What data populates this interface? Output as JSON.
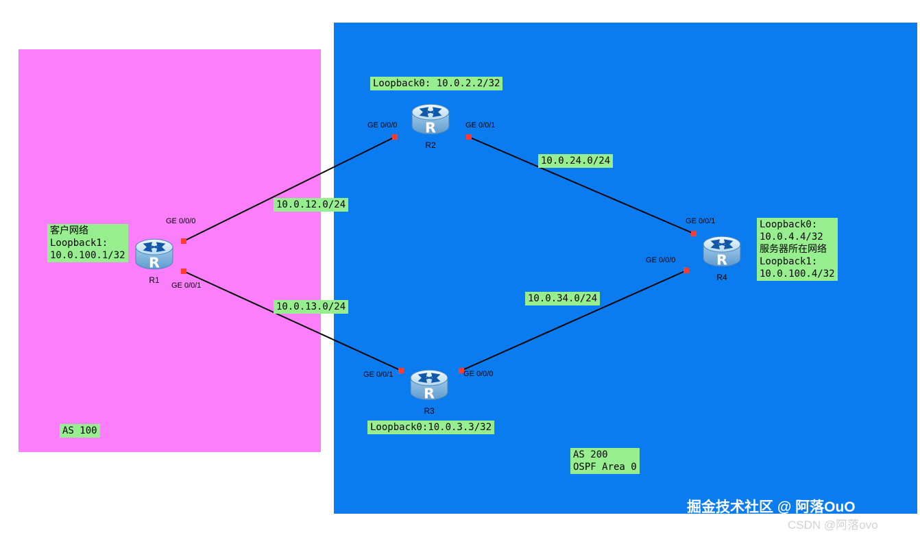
{
  "colors": {
    "background": "#ffffff",
    "as100_fill": "#fb7efb",
    "as200_fill": "#0a7cf0",
    "note_green": "#97ee8f",
    "link_black": "#000000",
    "endpoint_red": "#ff3b30",
    "watermark_white": "#ffffff",
    "watermark_gray": "#d2d2d2"
  },
  "regions": {
    "as100": {
      "name": "AS 100"
    },
    "as200": {
      "name": "AS 200",
      "area": "OSPF Area 0"
    }
  },
  "routers": [
    {
      "name": "R1"
    },
    {
      "name": "R2"
    },
    {
      "name": "R3"
    },
    {
      "name": "R4"
    }
  ],
  "icons": {
    "router_letter": "R"
  },
  "links": [
    {
      "from": "R1",
      "from_iface": "GE 0/0/0",
      "to": "R2",
      "to_iface": "GE 0/0/0",
      "network": "10.0.12.0/24"
    },
    {
      "from": "R1",
      "from_iface": "GE 0/0/1",
      "to": "R3",
      "to_iface": "GE 0/0/1",
      "network": "10.0.13.0/24"
    },
    {
      "from": "R2",
      "from_iface": "GE 0/0/1",
      "to": "R4",
      "to_iface": "GE 0/0/1",
      "network": "10.0.24.0/24"
    },
    {
      "from": "R3",
      "from_iface": "GE 0/0/0",
      "to": "R4",
      "to_iface": "GE 0/0/0",
      "network": "10.0.34.0/24"
    }
  ],
  "notes": {
    "r2_loopback": "Loopback0: 10.0.2.2/32",
    "r3_loopback": "Loopback0:10.0.3.3/32",
    "client": [
      "客户网络",
      "Loopback1:",
      "10.0.100.1/32"
    ],
    "r4_info": [
      "Loopback0:",
      "10.0.4.4/32",
      "服务器所在网络",
      "Loopback1:",
      "10.0.100.4/32"
    ]
  },
  "watermarks": {
    "juejin": "掘金技术社区 @ 阿落OuO",
    "csdn": "CSDN @阿落ovo"
  }
}
